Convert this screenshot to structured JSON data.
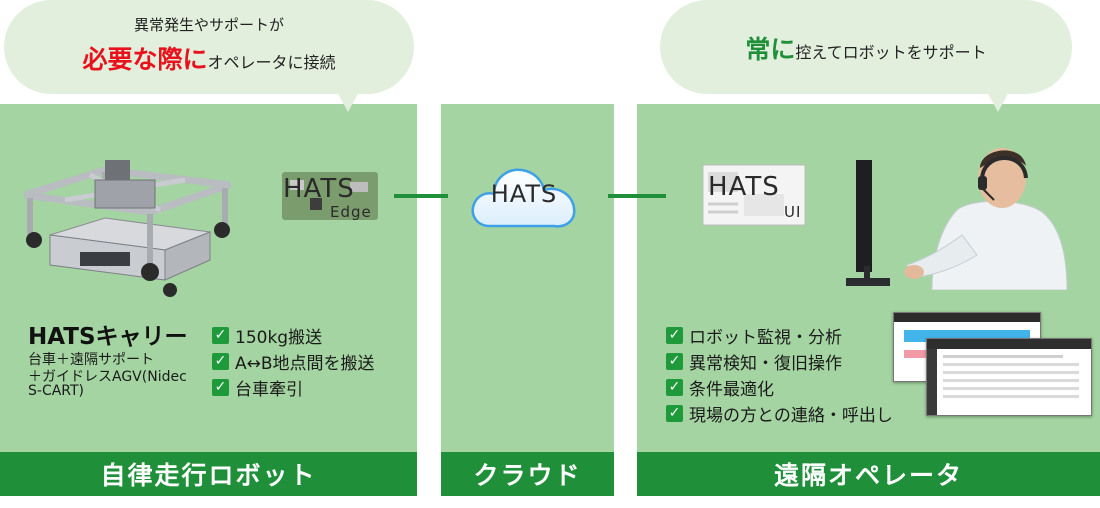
{
  "bubble_left": {
    "line1": "異常発生やサポートが",
    "line2_emph": "必要な際に",
    "line2_rest": "オペレータに接続"
  },
  "bubble_right": {
    "emph": "常に",
    "rest": "控えてロボットをサポート"
  },
  "hats_edge": {
    "main": "HATS",
    "sub": "Edge"
  },
  "hats_cloud": {
    "main": "HATS"
  },
  "hats_ui": {
    "main": "HATS",
    "sub": "UI"
  },
  "carrier": {
    "title": "HATSキャリー",
    "desc_lines": [
      "台車＋遠隔サポート",
      "＋ガイドレスAGV(Nidec",
      "S-CART)"
    ]
  },
  "robot_features": [
    "150kg搬送",
    "A↔B地点間を搬送",
    "台車牽引"
  ],
  "operator_features": [
    "ロボット監視・分析",
    "異常検知・復旧操作",
    "条件最適化",
    "現場の方との連絡・呼出し"
  ],
  "check_mark": "✓",
  "footers": {
    "robot": "自律走行ロボット",
    "cloud": "クラウド",
    "operator": "遠隔オペレータ"
  },
  "colors": {
    "panel": "#a4d4a1",
    "footer": "#1f8f3a",
    "bubble": "#e2efdd",
    "emph_red": "#e8121c",
    "emph_green": "#1f8f3a"
  }
}
